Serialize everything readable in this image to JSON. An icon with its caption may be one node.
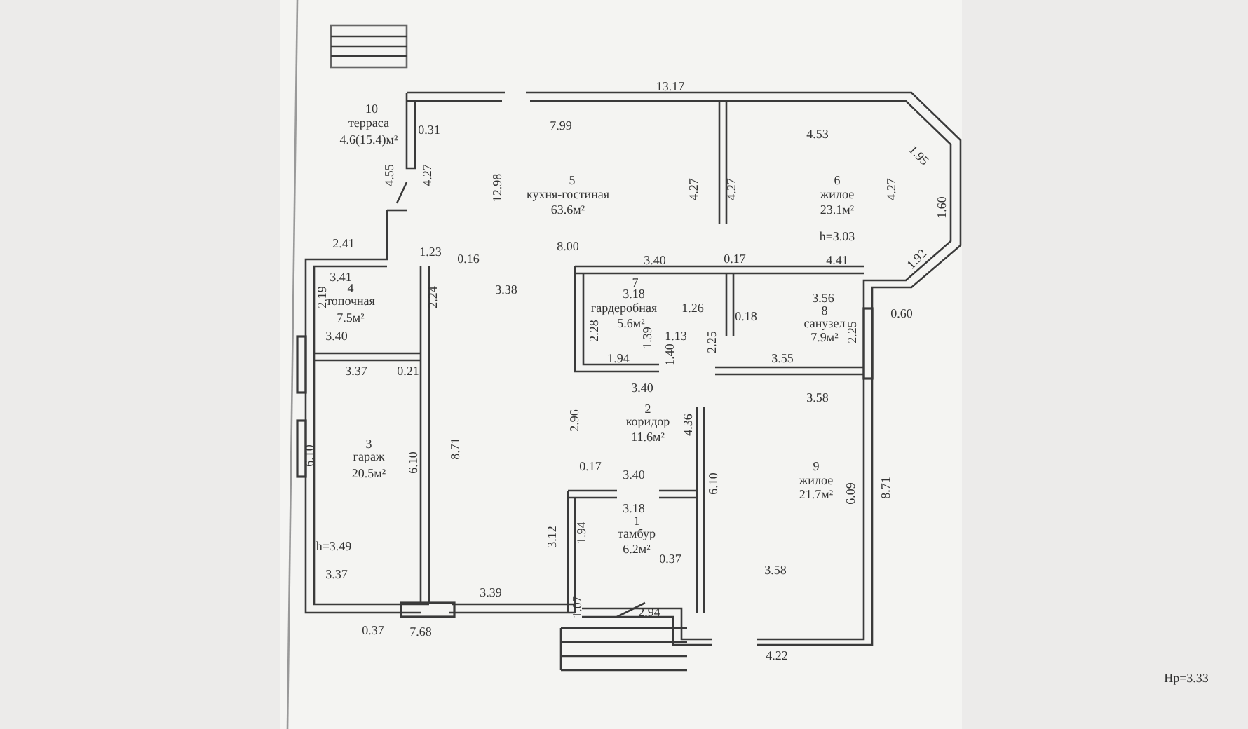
{
  "diagram": {
    "labels": [
      "13.17",
      "10",
      "терраса",
      "4.6(15.4)м²",
      "0.31",
      "7.99",
      "4.53",
      "1.95",
      "4.55",
      "4.27",
      "12.98",
      "5",
      "кухня-гостиная",
      "63.6м²",
      "4.27",
      "4.27",
      "6",
      "жилое",
      "23.1м²",
      "4.27",
      "1.60",
      "h=3.03",
      "2.41",
      "1.23",
      "8.00",
      "3.40",
      "0.17",
      "4.41",
      "1.92",
      "3.41",
      "0.16",
      "4",
      "топочная",
      "7.5м²",
      "2.19",
      "2.24",
      "3.38",
      "7",
      "3.18",
      "гардеробная",
      "1.26",
      "5.6м²",
      "0.18",
      "3.56",
      "8",
      "санузел",
      "7.9м²",
      "0.60",
      "3.40",
      "2.28",
      "1.39",
      "1.13",
      "2.25",
      "2.25",
      "1.94",
      "1.40",
      "3.55",
      "3.37",
      "0.21",
      "3.40",
      "3.58",
      "2.96",
      "2",
      "коридор",
      "11.6м²",
      "4.36",
      "6.10",
      "3",
      "гараж",
      "20.5м²",
      "6.10",
      "8.71",
      "0.17",
      "3.40",
      "6.10",
      "9",
      "жилое",
      "21.7м²",
      "6.09",
      "8.71",
      "3.18",
      "1.94",
      "1",
      "тамбур",
      "6.2м²",
      "3.12",
      "0.37",
      "h=3.49",
      "3.37",
      "3.58",
      "3.39",
      "1.07",
      "2.94",
      "0.37",
      "7.68",
      "4.22",
      "Hp=3.33"
    ]
  }
}
